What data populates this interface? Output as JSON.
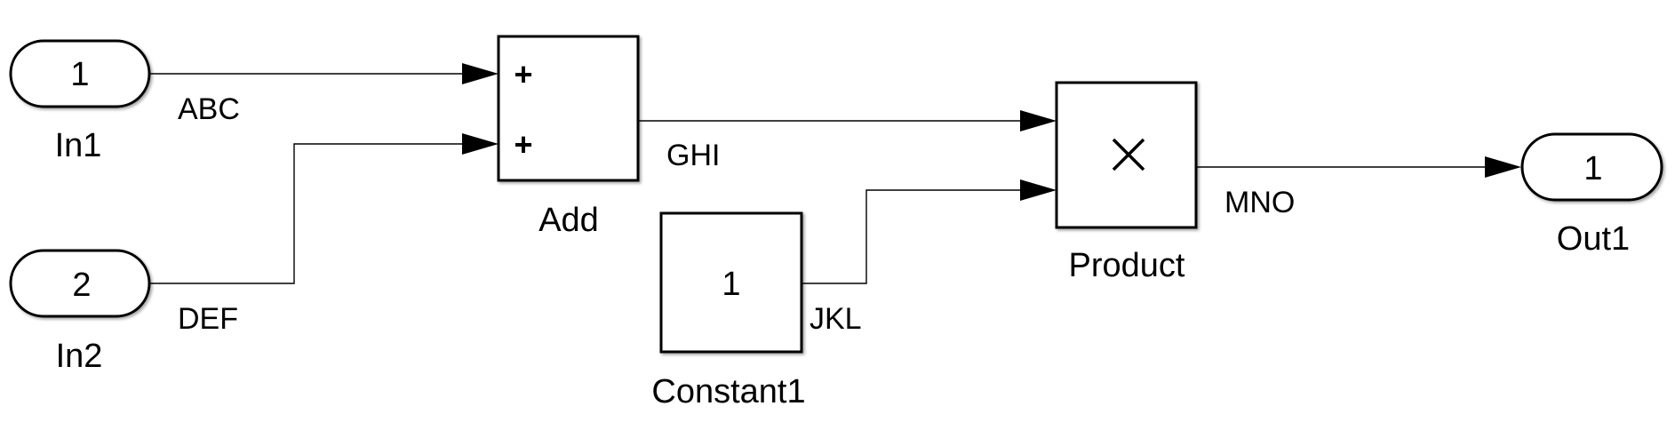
{
  "diagram": {
    "type": "simulink-model",
    "blocks": {
      "in1": {
        "name": "In1",
        "port_number": "1",
        "kind": "inport"
      },
      "in2": {
        "name": "In2",
        "port_number": "2",
        "kind": "inport"
      },
      "add": {
        "name": "Add",
        "kind": "sum",
        "signs": [
          "+",
          "+"
        ]
      },
      "constant1": {
        "name": "Constant1",
        "kind": "constant",
        "value": "1"
      },
      "product": {
        "name": "Product",
        "kind": "product",
        "symbol": "×"
      },
      "out1": {
        "name": "Out1",
        "port_number": "1",
        "kind": "outport"
      }
    },
    "signals": [
      {
        "label": "ABC",
        "from": "In1",
        "to": "Add (input 1)"
      },
      {
        "label": "DEF",
        "from": "In2",
        "to": "Add (input 2)"
      },
      {
        "label": "GHI",
        "from": "Add",
        "to": "Product (input 1)"
      },
      {
        "label": "JKL",
        "from": "Constant1",
        "to": "Product (input 2)"
      },
      {
        "label": "MNO",
        "from": "Product",
        "to": "Out1"
      }
    ]
  }
}
